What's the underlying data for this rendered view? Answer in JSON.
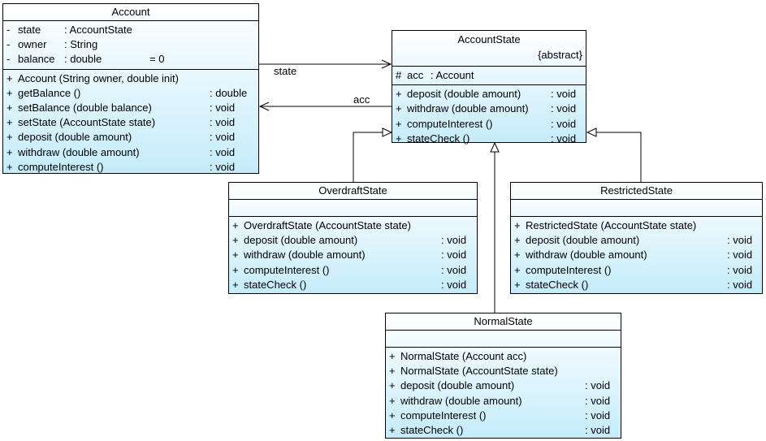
{
  "classes": {
    "account": {
      "name": "Account",
      "attributes": [
        {
          "vis": "-",
          "name": "state",
          "type": ": AccountState",
          "init": ""
        },
        {
          "vis": "-",
          "name": "owner",
          "type": ": String",
          "init": ""
        },
        {
          "vis": "-",
          "name": "balance",
          "type": ": double",
          "init": "= 0"
        }
      ],
      "operations": [
        {
          "vis": "+",
          "name": "Account (String owner, double init)",
          "type": ""
        },
        {
          "vis": "+",
          "name": "getBalance ()",
          "type": ": double"
        },
        {
          "vis": "+",
          "name": "setBalance (double balance)",
          "type": ": void"
        },
        {
          "vis": "+",
          "name": "setState (AccountState state)",
          "type": ": void"
        },
        {
          "vis": "+",
          "name": "deposit (double amount)",
          "type": ": void"
        },
        {
          "vis": "+",
          "name": "withdraw (double amount)",
          "type": ": void"
        },
        {
          "vis": "+",
          "name": "computeInterest ()",
          "type": ": void"
        }
      ]
    },
    "account_state": {
      "name": "AccountState",
      "stereotype": "{abstract}",
      "attributes": [
        {
          "vis": "#",
          "name": "acc",
          "type": ": Account",
          "init": ""
        }
      ],
      "operations": [
        {
          "vis": "+",
          "name": "deposit (double amount)",
          "type": ": void"
        },
        {
          "vis": "+",
          "name": "withdraw (double amount)",
          "type": ": void"
        },
        {
          "vis": "+",
          "name": "computeInterest ()",
          "type": ": void"
        },
        {
          "vis": "+",
          "name": "stateCheck ()",
          "type": ": void"
        }
      ]
    },
    "overdraft_state": {
      "name": "OverdraftState",
      "operations": [
        {
          "vis": "+",
          "name": "OverdraftState (AccountState state)",
          "type": ""
        },
        {
          "vis": "+",
          "name": "deposit (double amount)",
          "type": ": void"
        },
        {
          "vis": "+",
          "name": "withdraw (double amount)",
          "type": ": void"
        },
        {
          "vis": "+",
          "name": "computeInterest ()",
          "type": ": void"
        },
        {
          "vis": "+",
          "name": "stateCheck ()",
          "type": ": void"
        }
      ]
    },
    "restricted_state": {
      "name": "RestrictedState",
      "operations": [
        {
          "vis": "+",
          "name": "RestrictedState (AccountState state)",
          "type": ""
        },
        {
          "vis": "+",
          "name": "deposit (double amount)",
          "type": ": void"
        },
        {
          "vis": "+",
          "name": "withdraw (double amount)",
          "type": ": void"
        },
        {
          "vis": "+",
          "name": "computeInterest ()",
          "type": ": void"
        },
        {
          "vis": "+",
          "name": "stateCheck ()",
          "type": ": void"
        }
      ]
    },
    "normal_state": {
      "name": "NormalState",
      "operations": [
        {
          "vis": "+",
          "name": "NormalState (Account acc)",
          "type": ""
        },
        {
          "vis": "+",
          "name": "NormalState (AccountState state)",
          "type": ""
        },
        {
          "vis": "+",
          "name": "deposit (double amount)",
          "type": ": void"
        },
        {
          "vis": "+",
          "name": "withdraw (double amount)",
          "type": ": void"
        },
        {
          "vis": "+",
          "name": "computeInterest ()",
          "type": ": void"
        },
        {
          "vis": "+",
          "name": "stateCheck ()",
          "type": ": void"
        }
      ]
    }
  },
  "associations": {
    "state_label": "state",
    "acc_label": "acc"
  }
}
